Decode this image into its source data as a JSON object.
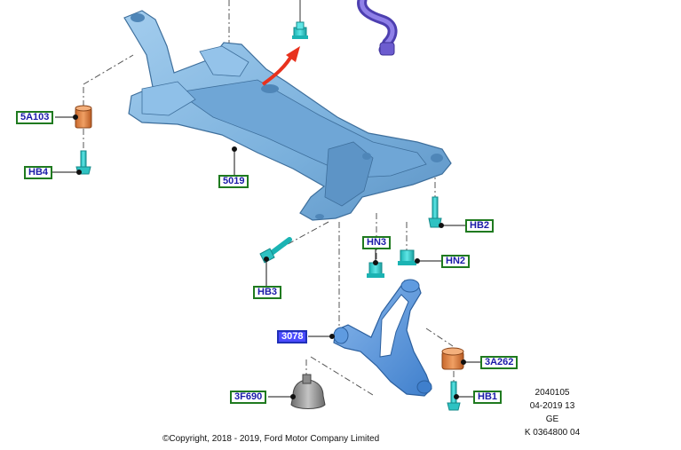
{
  "callouts": {
    "c5A103": "5A103",
    "cHB4": "HB4",
    "c5019": "5019",
    "cHB2": "HB2",
    "cHN3": "HN3",
    "cHN2": "HN2",
    "cHB3": "HB3",
    "c3078": "3078",
    "c3A262": "3A262",
    "c3F690": "3F690",
    "cHB1": "HB1"
  },
  "reference": {
    "line1": "2040105",
    "line2": "04-2019 13",
    "line3": "GE",
    "line4": "K 0364800 04"
  },
  "copyright": "©Copyright, 2018 - 2019, Ford Motor Company Limited",
  "colors": {
    "subframe": "#7fb4de",
    "subframe_shade": "#5a92c4",
    "arm": "#4d8fd8",
    "fastener": "#33cccc",
    "bushing": "#e0874a",
    "mount": "#9a9a9a",
    "stabilizer": "#6c5ccf",
    "arrow": "#e8321e",
    "label_border": "#1f7a1f",
    "label_text": "#1a1aa8"
  }
}
